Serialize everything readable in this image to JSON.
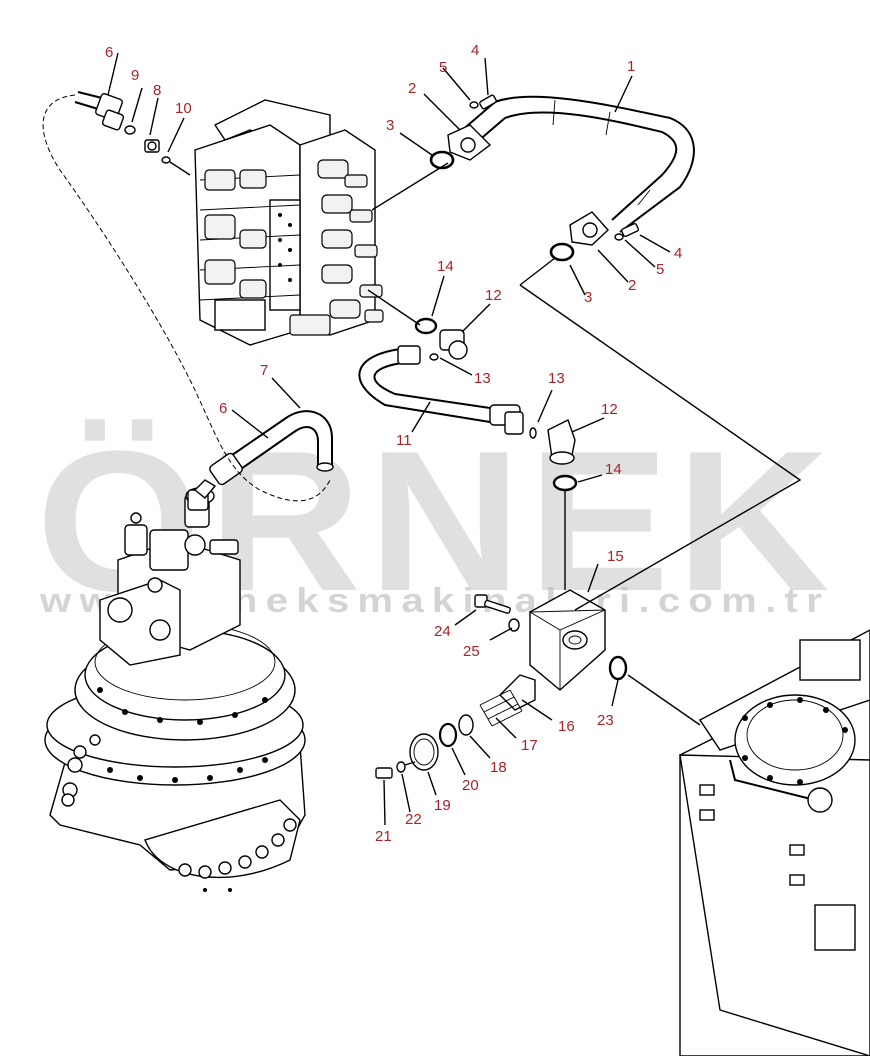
{
  "watermark": {
    "brand": "ÖRNEK",
    "url": "www.orneksmakinalari.com.tr",
    "brand_color": "#c8c8c8",
    "accent_color": "#e8c15a"
  },
  "callouts": {
    "c1": "1",
    "c2a": "2",
    "c2b": "2",
    "c3a": "3",
    "c3b": "3",
    "c4a": "4",
    "c4b": "4",
    "c5a": "5",
    "c5b": "5",
    "c6a": "6",
    "c6b": "6",
    "c7": "7",
    "c8": "8",
    "c9": "9",
    "c10": "10",
    "c11": "11",
    "c12a": "12",
    "c12b": "12",
    "c13a": "13",
    "c13b": "13",
    "c14a": "14",
    "c14b": "14",
    "c15": "15",
    "c16": "16",
    "c17": "17",
    "c18": "18",
    "c19": "19",
    "c20": "20",
    "c21": "21",
    "c22": "22",
    "c23": "23",
    "c24": "24",
    "c25": "25"
  },
  "colors": {
    "callout_text": "#a8242a",
    "line": "#000000",
    "background": "#ffffff"
  }
}
